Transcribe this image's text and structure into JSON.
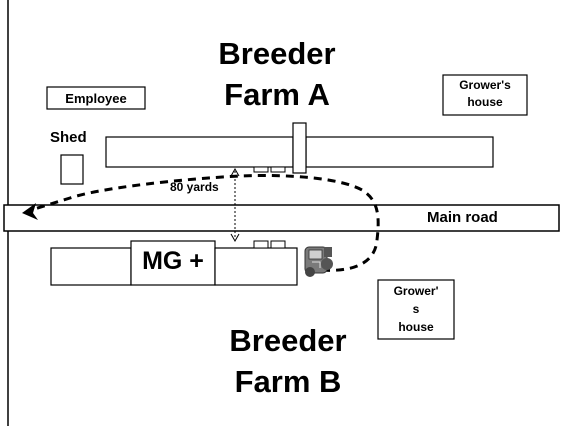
{
  "farm_a": {
    "title_line1": "Breeder",
    "title_line2": "Farm A"
  },
  "farm_b": {
    "title_line1": "Breeder",
    "title_line2": "Farm B"
  },
  "labels": {
    "employee": "Employee",
    "shed": "Shed",
    "grower_house_a_line1": "Grower's",
    "grower_house_a_line2": "house",
    "grower_house_b_line1": "Grower'",
    "grower_house_b_line2": "s",
    "grower_house_b_line3": "house",
    "distance": "80 yards",
    "main_road": "Main road",
    "mg_plus": "MG +"
  },
  "icons": {
    "vehicle": "tractor-icon",
    "route": "dashed-route-arrow"
  },
  "colors": {
    "line": "#000000",
    "fill": "#ffffff",
    "vehicle": "#6b6b6b"
  }
}
